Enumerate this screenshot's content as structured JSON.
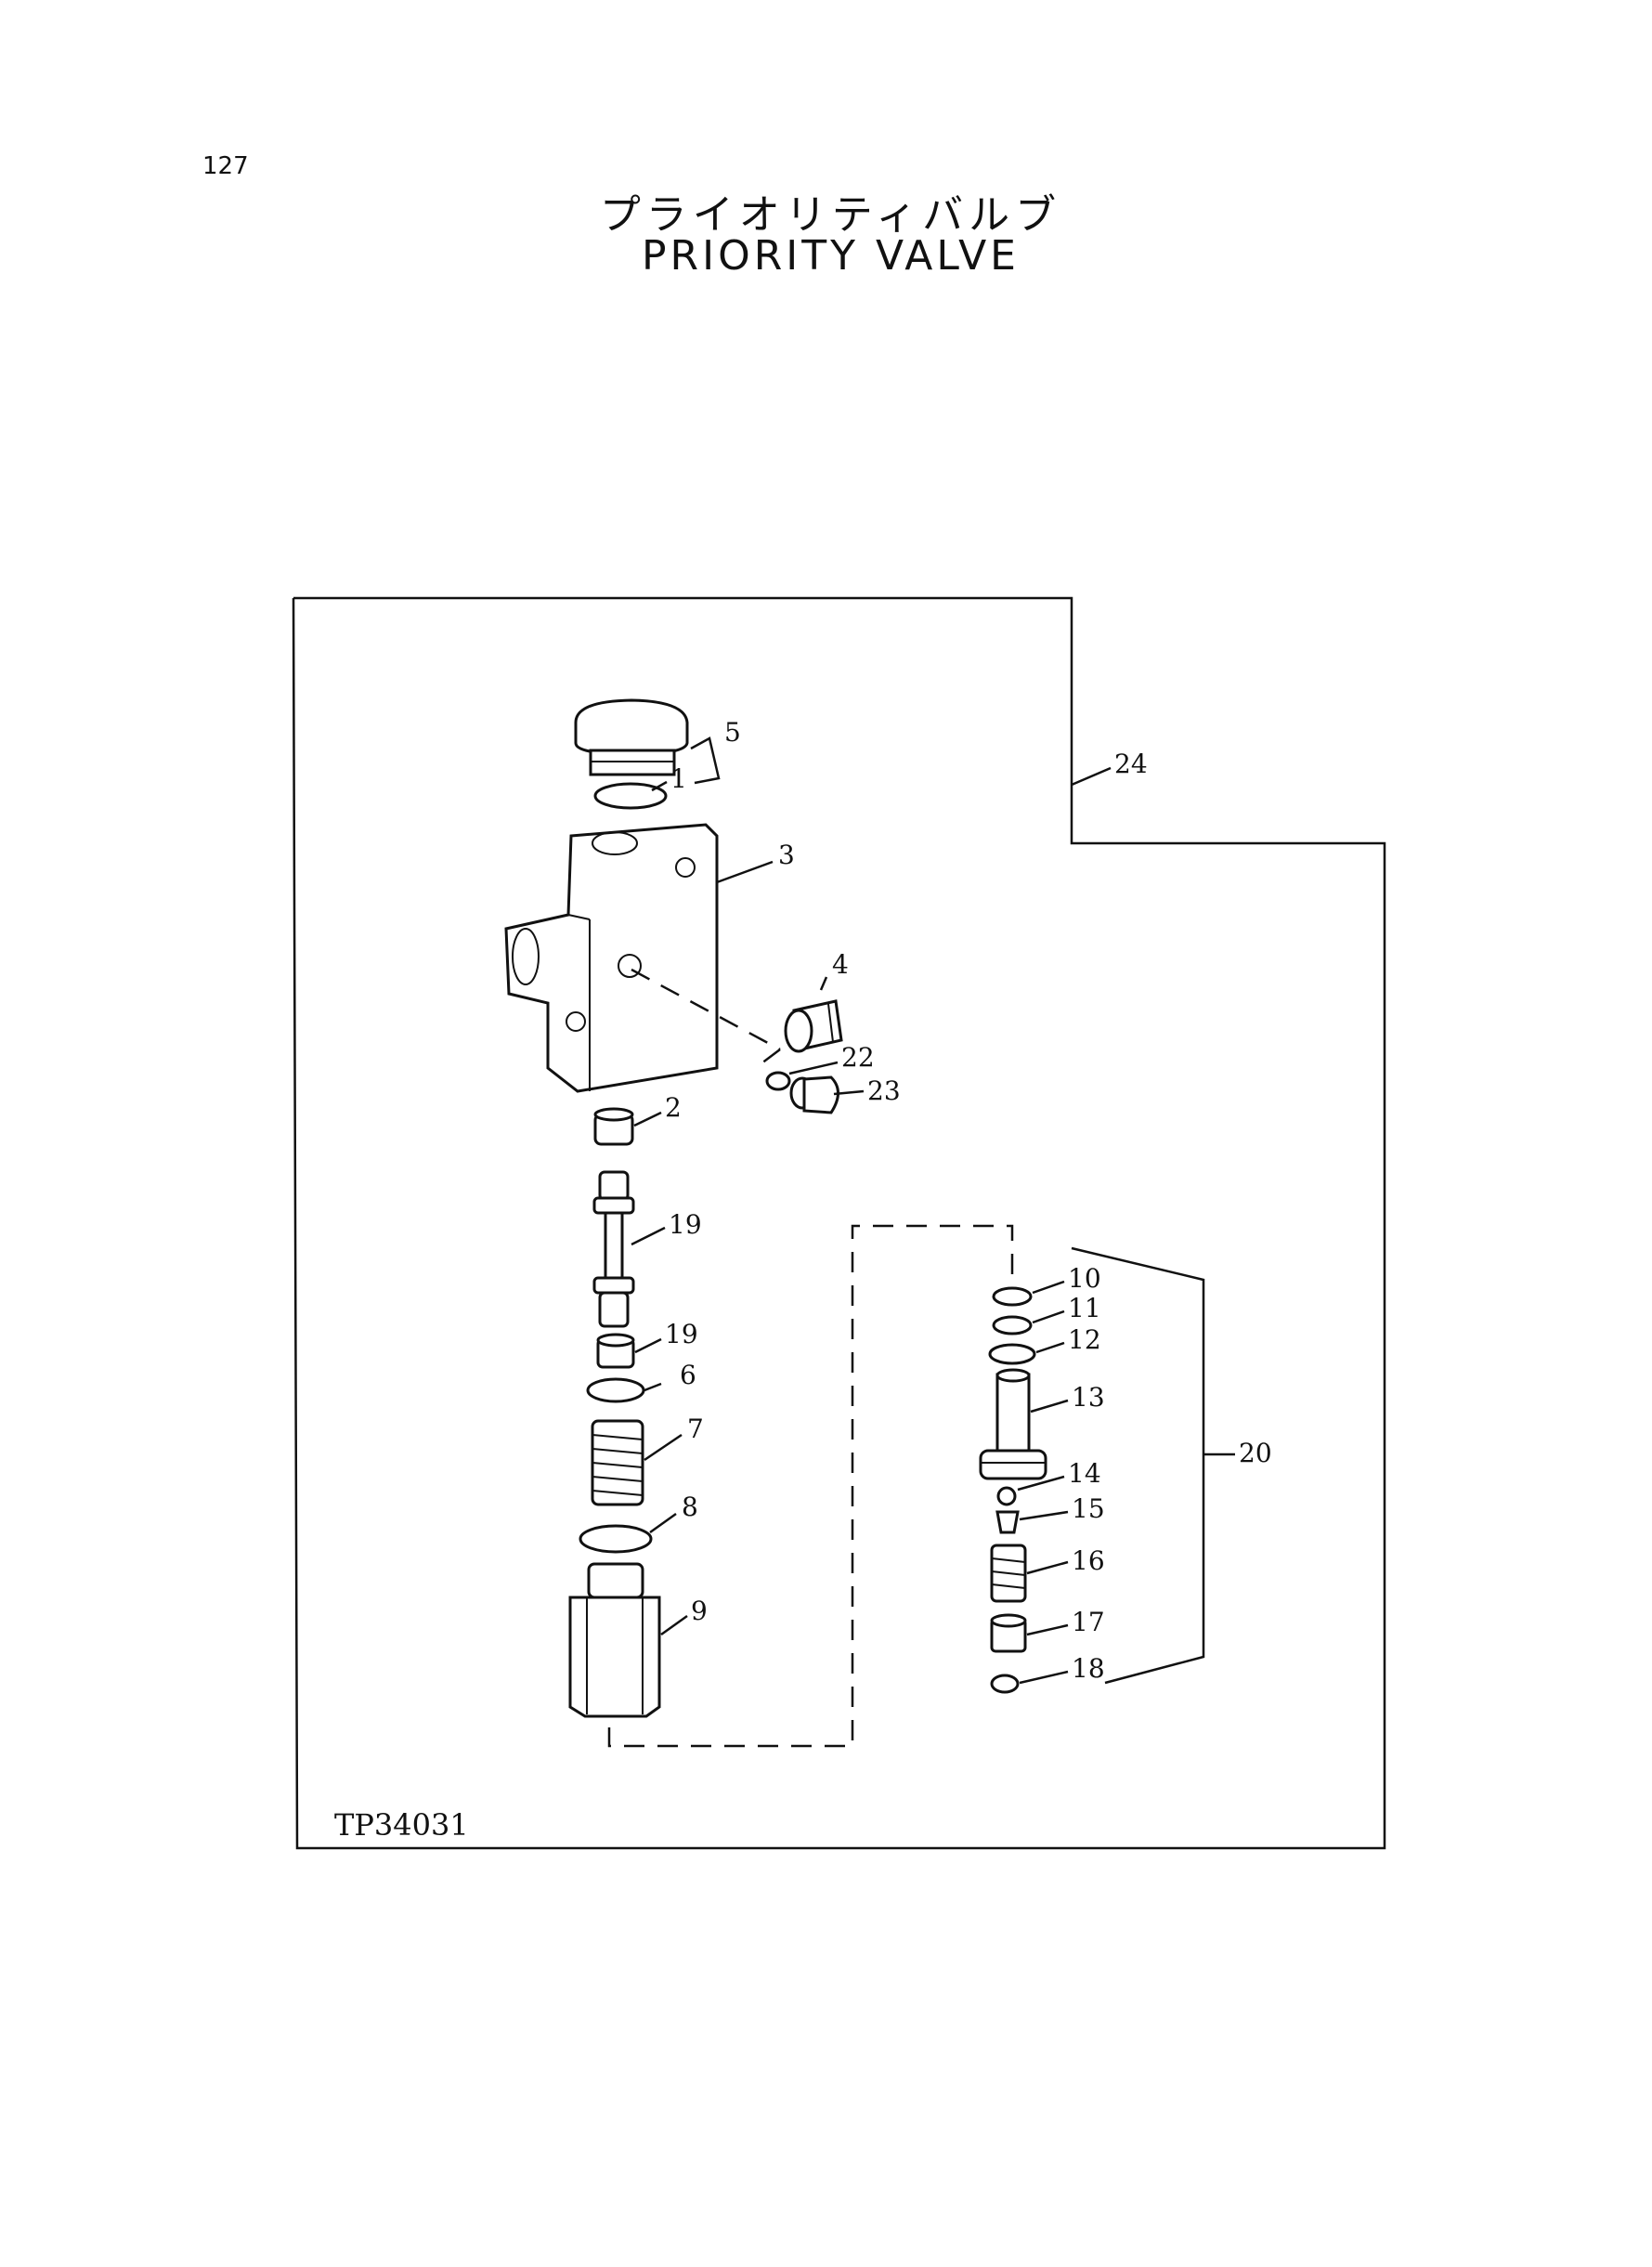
{
  "page_number": "127",
  "title_jp": "プライオリティバルブ",
  "title_en": "PRIORITY VALVE",
  "drawing_code": "TP34031",
  "callouts": {
    "c1": "1",
    "c2": "2",
    "c3": "3",
    "c4": "4",
    "c5": "5",
    "c6": "6",
    "c7": "7",
    "c8": "8",
    "c9": "9",
    "c10": "10",
    "c11": "11",
    "c12": "12",
    "c13": "13",
    "c14": "14",
    "c15": "15",
    "c16": "16",
    "c17": "17",
    "c18": "18",
    "c19a": "19",
    "c19b": "19",
    "c20": "20",
    "c22": "22",
    "c23": "23",
    "c24": "24"
  }
}
